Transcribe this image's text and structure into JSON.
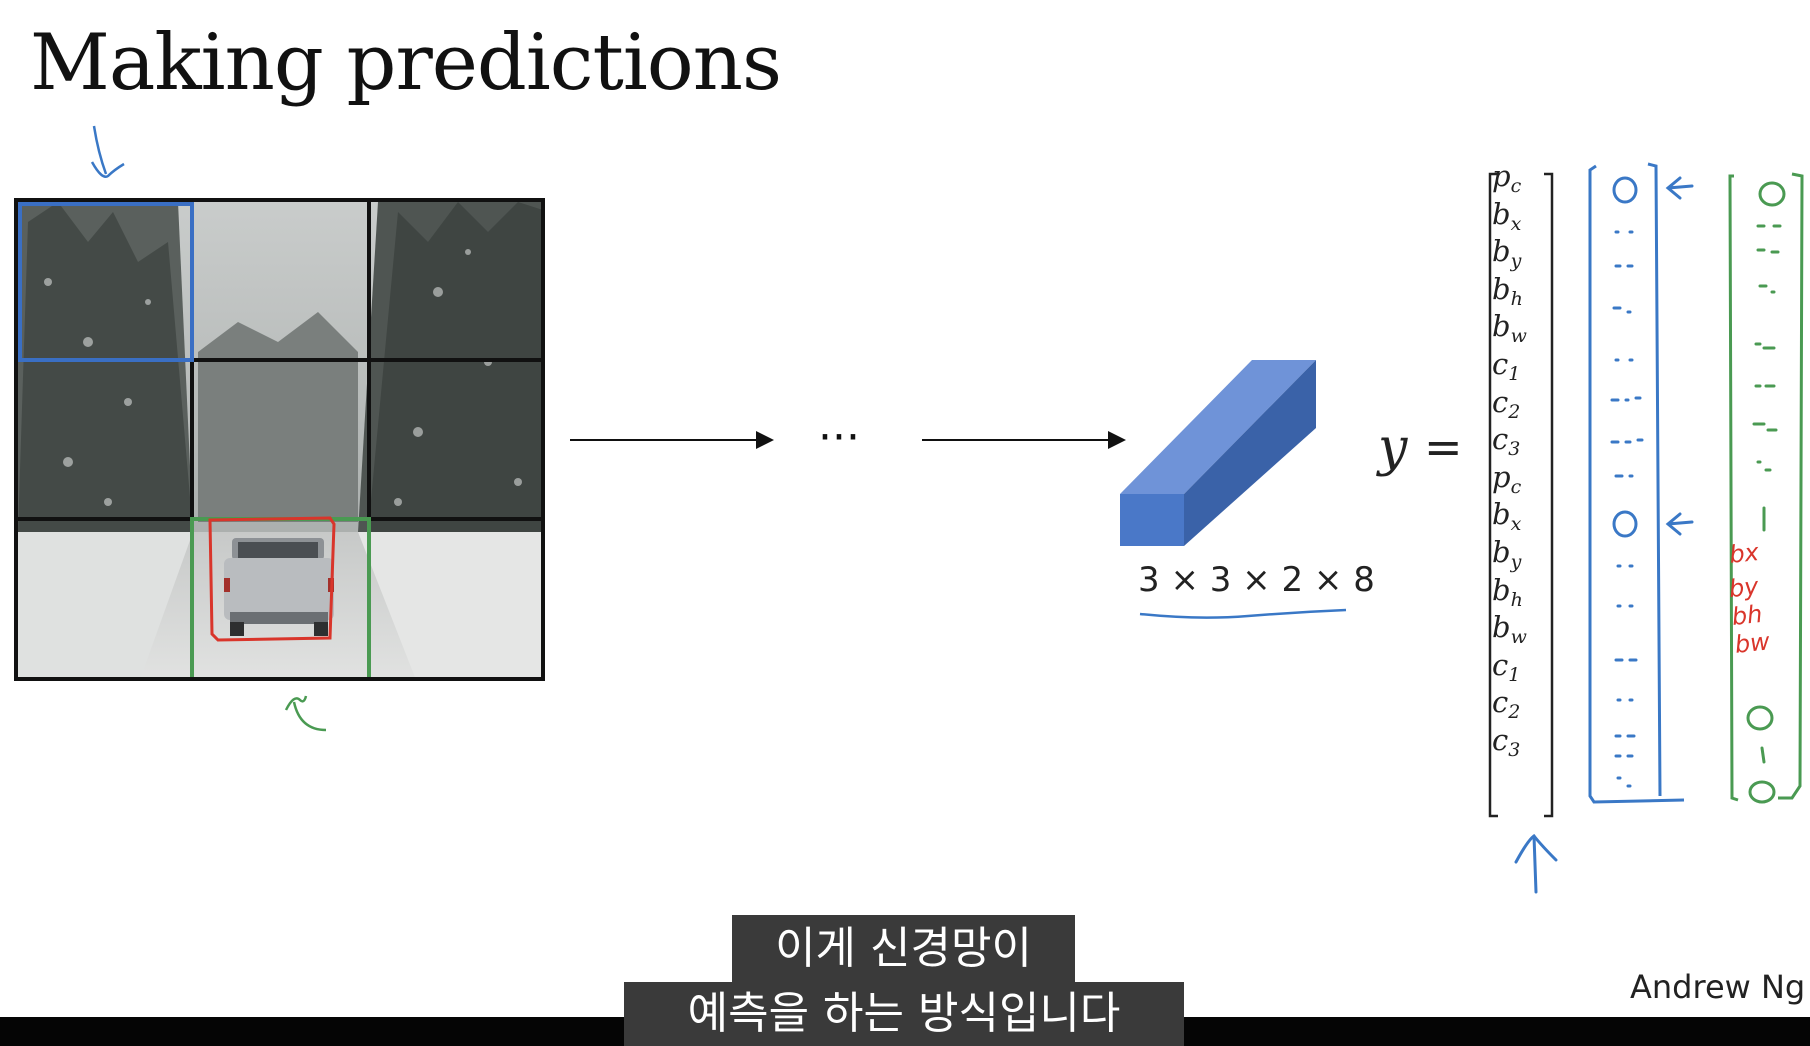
{
  "slide": {
    "title": "Making predictions",
    "ellipsis": "···",
    "tensor_dims": "3 × 3 × 2 × 8",
    "y_symbol": "y",
    "equals": "=",
    "credit": "Andrew Ng"
  },
  "vector_labels": [
    {
      "base": "p",
      "sub": "c"
    },
    {
      "base": "b",
      "sub": "x"
    },
    {
      "base": "b",
      "sub": "y"
    },
    {
      "base": "b",
      "sub": "h"
    },
    {
      "base": "b",
      "sub": "w"
    },
    {
      "base": "c",
      "sub": "1"
    },
    {
      "base": "c",
      "sub": "2"
    },
    {
      "base": "c",
      "sub": "3"
    },
    {
      "base": "p",
      "sub": "c"
    },
    {
      "base": "b",
      "sub": "x"
    },
    {
      "base": "b",
      "sub": "y"
    },
    {
      "base": "b",
      "sub": "h"
    },
    {
      "base": "b",
      "sub": "w"
    },
    {
      "base": "c",
      "sub": "1"
    },
    {
      "base": "c",
      "sub": "2"
    },
    {
      "base": "c",
      "sub": "3"
    }
  ],
  "handwritten": {
    "red_labels": [
      "bx",
      "by",
      "bh",
      "bw"
    ]
  },
  "subtitles": {
    "line1": "이게 신경망이",
    "line2": "예측을 하는 방식입니다"
  },
  "colors": {
    "blue_ink": "#3a78c6",
    "green_ink": "#4a9a52",
    "red_ink": "#d9352b",
    "box_front": "#4a78c8",
    "box_top": "#6f93d8",
    "box_side": "#3a62a8"
  }
}
